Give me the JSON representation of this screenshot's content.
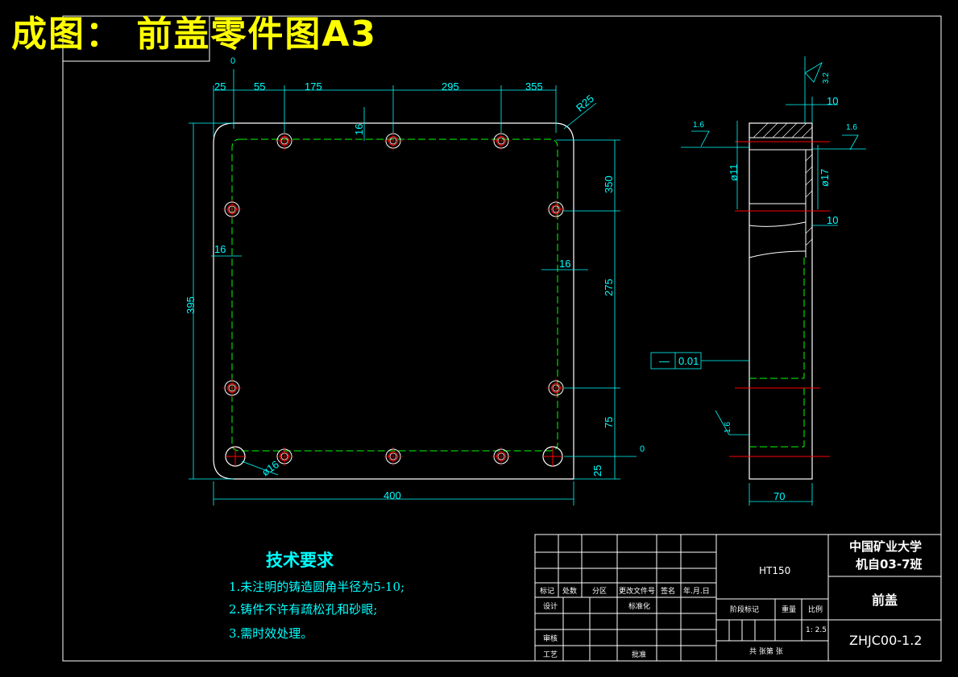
{
  "title": "成图： 前盖零件图A3",
  "technical_requirements": {
    "heading": "技术要求",
    "items": [
      "1.未注明的铸造圆角半径为5-10;",
      "2.铸件不许有疏松孔和砂眼;",
      "3.需时效处理。"
    ]
  },
  "dimensions": {
    "top": [
      "0",
      "25",
      "55",
      "175",
      "295",
      "355"
    ],
    "radius": "R25",
    "hole_dia": "ø16",
    "left_16": "16",
    "top_16": "16",
    "right_16": "16",
    "height_395": "395",
    "right_350": "350",
    "right_275": "275",
    "right_75": "75",
    "right_25": "25",
    "right_0": "0",
    "width_400": "400",
    "side_32": "3.2",
    "side_10a": "10",
    "side_10b": "10",
    "side_16a": "1.6",
    "side_16b": "1.6",
    "side_16c": "1.6",
    "side_d11": "ø11",
    "side_d17": "ø17",
    "side_70": "70",
    "flatness_symbol": "—",
    "flatness_value": "0.01"
  },
  "title_block": {
    "material": "HT150",
    "school": "中国矿业大学",
    "class": "机自03-7班",
    "part_name": "前盖",
    "drawing_no": "ZHJC00-1.2",
    "scale_label": "比例",
    "scale": "1: 2.5",
    "weight_label": "重量",
    "stage_label": "阶段标记",
    "sheet_label": "共  张第  张",
    "rev_headers": [
      "标记",
      "处数",
      "分区",
      "更改文件号",
      "签名",
      "年.月.日"
    ],
    "design_label": "设计",
    "standard_label": "标准化",
    "review_label": "审核",
    "process_label": "工艺",
    "approve_label": "批准"
  },
  "colors": {
    "background": "#000000",
    "outline": "#ffffff",
    "dimension": "#00ffff",
    "hidden": "#00ff00",
    "center": "#ff0000",
    "title": "#ffff00"
  }
}
